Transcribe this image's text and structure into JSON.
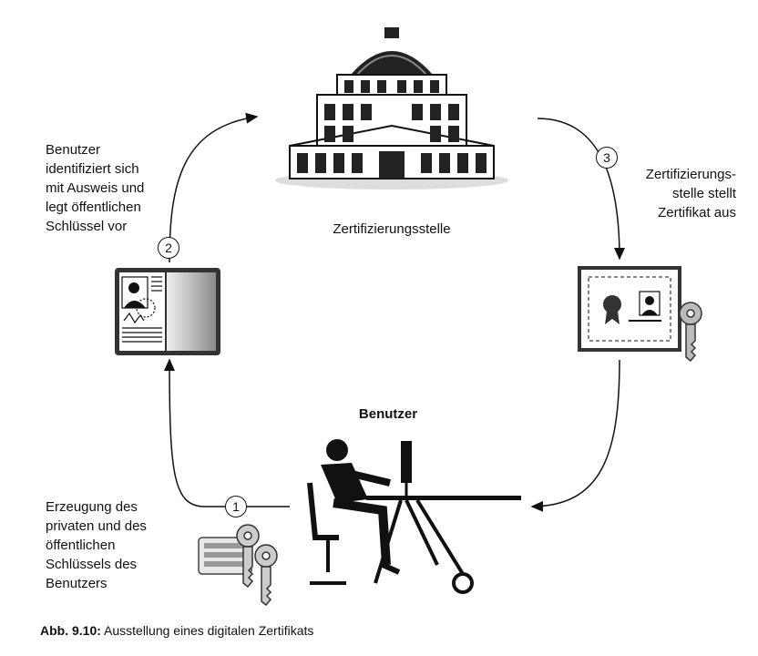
{
  "labels": {
    "ca": "Zertifizierungsstelle",
    "user": "Benutzer",
    "step1": "Erzeugung des\nprivaten und des\nöffentlichen\nSchlüssels des\nBenutzers",
    "step2": "Benutzer\nidentifiziert sich\nmit Ausweis und\nlegt öffentlichen\nSchlüssel vor",
    "step3": "Zertifizierungs-\nstelle stellt\nZertifikat aus"
  },
  "steps": {
    "one": "1",
    "two": "2",
    "three": "3"
  },
  "caption": {
    "label": "Abb. 9.10:",
    "text": " Ausstellung eines digitalen Zertifikats"
  }
}
